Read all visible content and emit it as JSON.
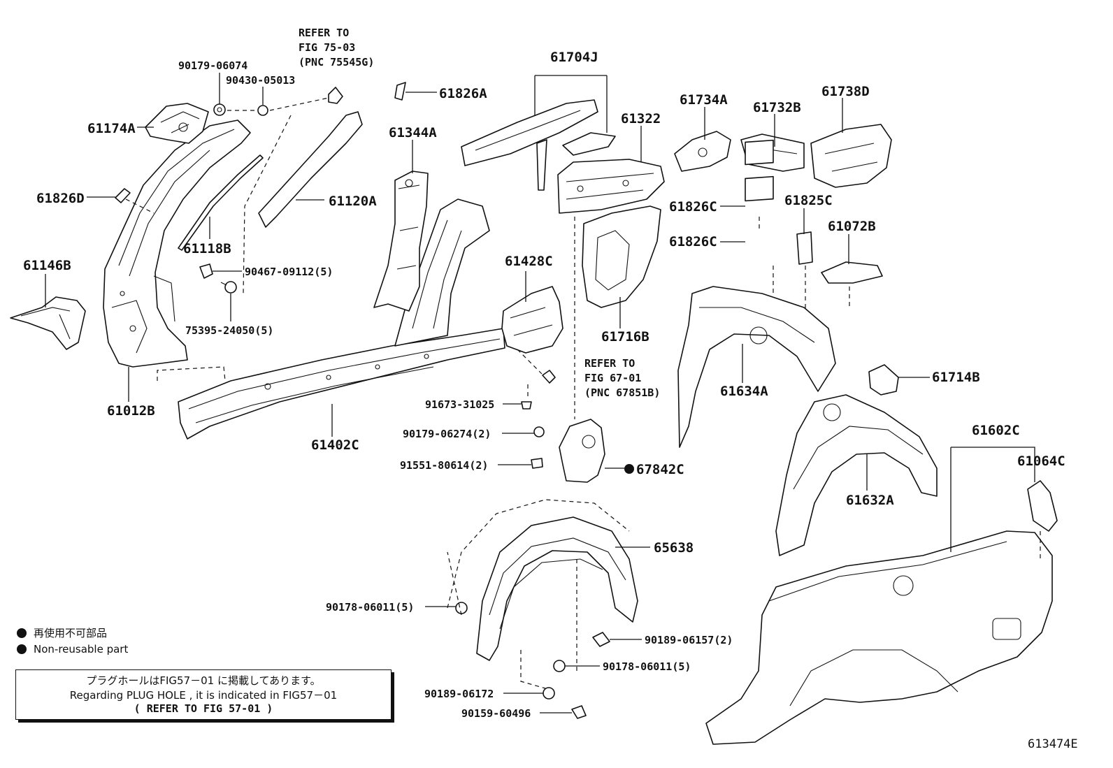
{
  "refer_top": {
    "line1": "REFER TO",
    "line2": "FIG 75-03",
    "line3": "(PNC 75545G)"
  },
  "refer_mid": {
    "line1": "REFER TO",
    "line2": "FIG 67-01",
    "line3": "(PNC 67851B)"
  },
  "labels": {
    "p90179_06074": "90179-06074",
    "p90430_05013": "90430-05013",
    "p61174A": "61174A",
    "p61826D": "61826D",
    "p61118B": "61118B",
    "p61120A": "61120A",
    "p61146B": "61146B",
    "p90467_09112": "90467-09112(5)",
    "p75395_24050": "75395-24050(5)",
    "p61012B": "61012B",
    "p61826A": "61826A",
    "p61344A": "61344A",
    "p61704J": "61704J",
    "p61322": "61322",
    "p61734A": "61734A",
    "p61732B": "61732B",
    "p61738D": "61738D",
    "p61826C_a": "61826C",
    "p61826C_b": "61826C",
    "p61825C": "61825C",
    "p61072B": "61072B",
    "p61428C": "61428C",
    "p61716B": "61716B",
    "p61634A": "61634A",
    "p61714B": "61714B",
    "p61402C": "61402C",
    "p91673_31025": "91673-31025",
    "p90179_06274": "90179-06274(2)",
    "p91551_80614": "91551-80614(2)",
    "p67842C": "67842C",
    "p61602C": "61602C",
    "p61064C": "61064C",
    "p61632A": "61632A",
    "p65638": "65638",
    "p90178_06011_a": "90178-06011(5)",
    "p90189_06157": "90189-06157(2)",
    "p90178_06011_b": "90178-06011(5)",
    "p90189_06172": "90189-06172",
    "p90159_60496": "90159-60496"
  },
  "legend": {
    "jp": "再使用不可部品",
    "en": "Non-reusable part"
  },
  "note": {
    "line1": "プラグホールはFIG57－01 に掲載してあります。",
    "line2": "Regarding PLUG HOLE , it is indicated in FIG57－01",
    "line3": "(   REFER TO FIG 57-01  )"
  },
  "figure_number": "613474E"
}
